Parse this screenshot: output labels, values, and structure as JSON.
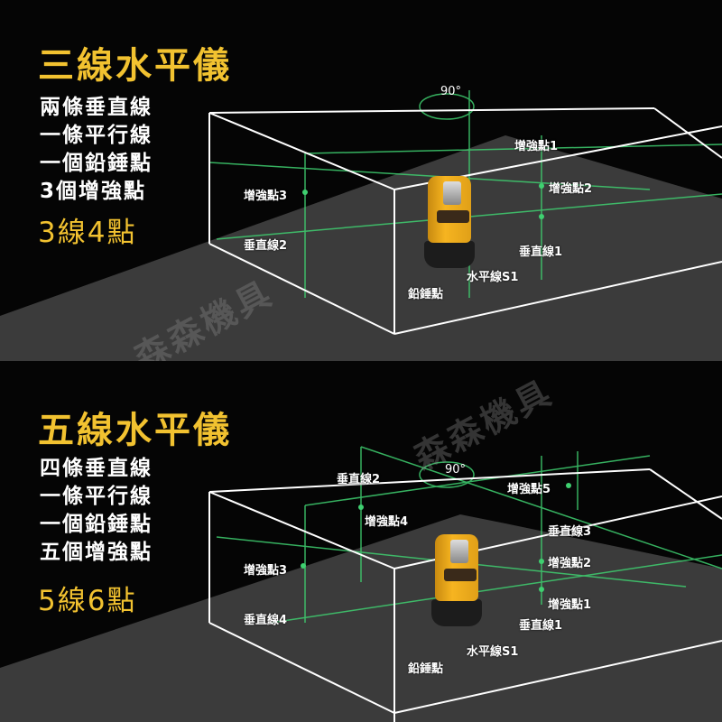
{
  "panels": [
    {
      "title": "三線水平儀",
      "features": [
        "兩條垂直線",
        "一條平行線",
        "一個鉛錘點",
        "3個增強點"
      ],
      "summary": "3線4點",
      "angle": "90°",
      "labels": {
        "boost1": "增強點1",
        "boost2": "增強點2",
        "boost3": "增強點3",
        "vert1": "垂直線1",
        "vert2": "垂直線2",
        "horiz": "水平線S1",
        "plumb": "鉛錘點"
      }
    },
    {
      "title": "五線水平儀",
      "features": [
        "四條垂直線",
        "一條平行線",
        "一個鉛錘點",
        "五個增強點"
      ],
      "summary": "5線6點",
      "angle": "90°",
      "labels": {
        "vert2": "垂直線2",
        "boost5": "增強點5",
        "boost4": "增強點4",
        "vert3": "垂直線3",
        "boost3": "增強點3",
        "boost2": "增強點2",
        "boost1": "增強點1",
        "vert4": "垂直線4",
        "vert1": "垂直線1",
        "horiz": "水平線S1",
        "plumb": "鉛錘點"
      }
    }
  ],
  "watermark": "森森機具",
  "colors": {
    "accent": "#f2c230",
    "laser": "#3fd070",
    "floor": "#3a3a3a",
    "background": "#050505"
  }
}
